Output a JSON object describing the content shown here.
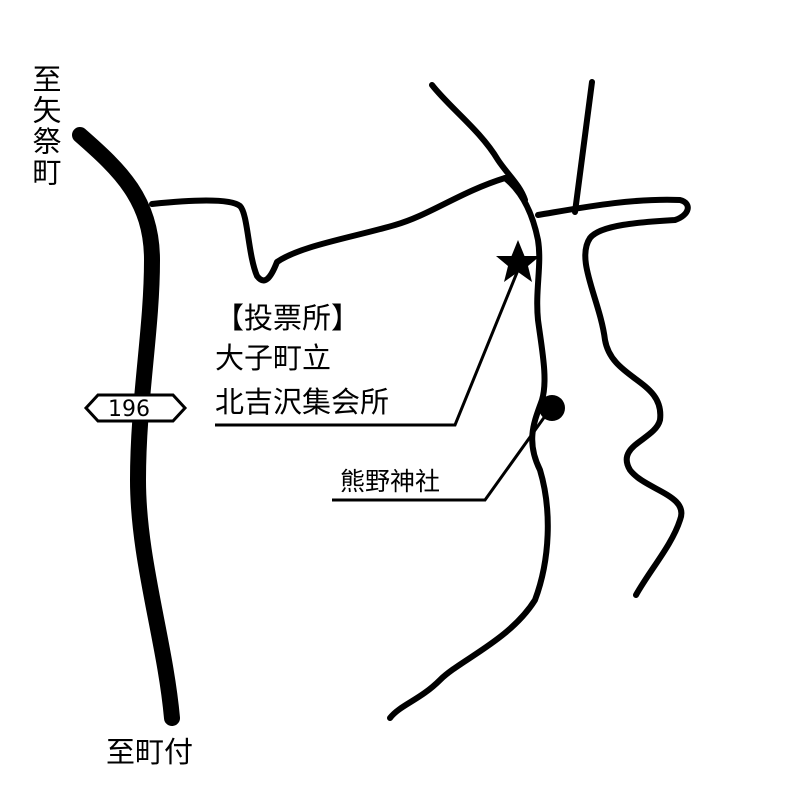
{
  "map": {
    "to_top_destination": "至矢祭町",
    "to_bottom_destination": "至町付",
    "route_number": "196",
    "polling_place": {
      "header": "【投票所】",
      "line1": "大子町立",
      "line2": "北吉沢集会所"
    },
    "shrine_label": "熊野神社",
    "icons": {
      "polling_place": "star-icon",
      "shrine": "filled-circle-icon"
    },
    "colors": {
      "ink": "#000000",
      "paper": "#ffffff"
    }
  }
}
